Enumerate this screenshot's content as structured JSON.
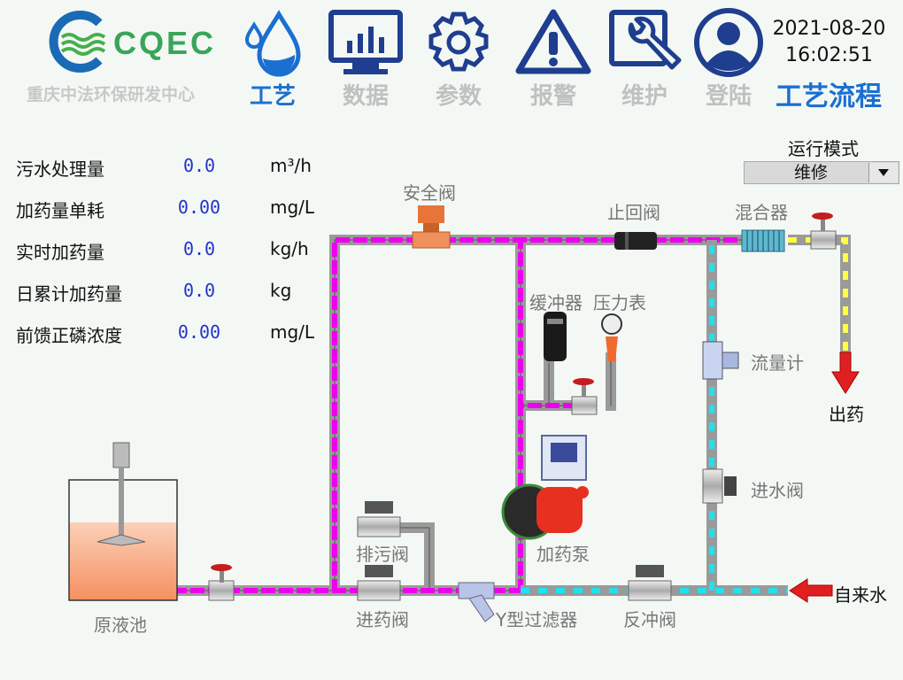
{
  "brand": {
    "name": "CQEC",
    "subtitle": "重庆中法环保研发中心"
  },
  "nav": [
    {
      "label": "工艺",
      "icon": "process-drop-icon",
      "active": true
    },
    {
      "label": "数据",
      "icon": "data-monitor-icon",
      "active": false
    },
    {
      "label": "参数",
      "icon": "parameter-gear-icon",
      "active": false
    },
    {
      "label": "报警",
      "icon": "alarm-warning-icon",
      "active": false
    },
    {
      "label": "维护",
      "icon": "maintenance-wrench-icon",
      "active": false
    },
    {
      "label": "登陆",
      "icon": "login-user-icon",
      "active": false
    }
  ],
  "datetime": {
    "date": "2021-08-20",
    "time": "16:02:51"
  },
  "page_title": "工艺流程",
  "metrics": [
    {
      "label": "污水处理量",
      "value": "0.0",
      "unit": "m³/h"
    },
    {
      "label": "加药量单耗",
      "value": "0.00",
      "unit": "mg/L"
    },
    {
      "label": "实时加药量",
      "value": "0.0",
      "unit": "kg/h"
    },
    {
      "label": "日累计加药量",
      "value": "0.0",
      "unit": "kg"
    },
    {
      "label": "前馈正磷浓度",
      "value": "0.00",
      "unit": "mg/L"
    }
  ],
  "mode": {
    "label": "运行模式",
    "value": "维修"
  },
  "components": {
    "safety_valve": "安全阀",
    "check_valve": "止回阀",
    "mixer": "混合器",
    "buffer": "缓冲器",
    "pressure_gauge": "压力表",
    "flowmeter": "流量计",
    "outlet": "出药",
    "inlet_water_valve": "进水阀",
    "drain_valve": "排污阀",
    "dosing_pump": "加药泵",
    "tank": "原液池",
    "feed_valve": "进药阀",
    "y_filter": "Y型过滤器",
    "backflush_valve": "反冲阀",
    "tap_water": "自来水"
  },
  "colors": {
    "accent": "#1b6fd1",
    "nav_inactive": "#c0c0c0",
    "value": "#2233cc",
    "pipe_chem": "#ee00ee",
    "pipe_water": "#22e0ee",
    "pipe_out": "#ffff44"
  }
}
